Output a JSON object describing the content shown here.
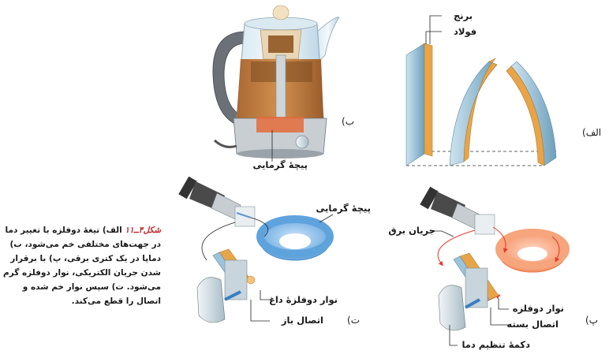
{
  "labels": {
    "brass": "برنج",
    "steel": "فولاد",
    "heating_coil_top": "پیچهٔ گرمایی",
    "heating_coil_mid": "پیچهٔ گرمایی",
    "electric_current": "جریان برق",
    "bimetal_strip": "نوار دوفلزه",
    "closed_contact": "اتصال بسته",
    "thermostat_knob": "دکمهٔ تنظیم دما",
    "hot_bimetal_strip": "نوار دوفلزهٔ داغ",
    "open_contact": "اتصال باز"
  },
  "panels": {
    "a": "(الف",
    "b": "(ب",
    "p": "(پ",
    "t": "(ت"
  },
  "caption": {
    "figure_number": "شکل۴ــ۱۱",
    "text": "الف) تیغهٔ دوفلزه با تغییر دما در جهت‌های مختلفی خم می‌شود، ب) دماپا در یک کتری برقی، پ) با برقرار شدن جریان الکتریکی، نوار دوفلزه گرم می‌شود. ت) سپس نوار خم شده و اتصال را قطع می‌کند."
  },
  "colors": {
    "brass": "#e8a548",
    "steel": "#9cc3d8",
    "coil_cold": "#7db7e6",
    "coil_hot": "#f6a57d",
    "current": "#e8372c",
    "caption_accent": "#c0272d"
  }
}
